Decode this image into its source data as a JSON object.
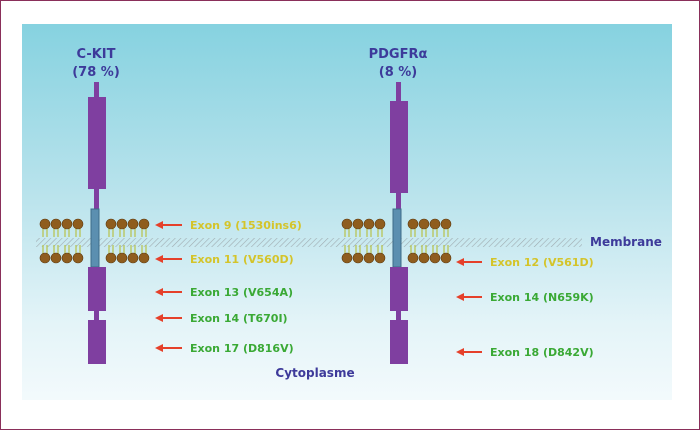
{
  "receptors": [
    {
      "name": "C-KIT",
      "percent": "(78 %)"
    },
    {
      "name": "PDGFRα",
      "percent": "(8 %)"
    }
  ],
  "membrane_label": "Membrane",
  "cytoplasme_label": "Cytoplasme",
  "kit_exons": [
    {
      "label": "Exon 9 (1530ins6)",
      "color": "#d4c42a"
    },
    {
      "label": "Exon 11 (V560D)",
      "color": "#d4c42a"
    },
    {
      "label": "Exon 13 (V654A)",
      "color": "#3aa935"
    },
    {
      "label": "Exon 14 (T670I)",
      "color": "#3aa935"
    },
    {
      "label": "Exon 17 (D816V)",
      "color": "#3aa935"
    }
  ],
  "pdgfra_exons": [
    {
      "label": "Exon 12 (V561D)",
      "color": "#d4c42a"
    },
    {
      "label": "Exon 14 (N659K)",
      "color": "#3aa935"
    },
    {
      "label": "Exon 18 (D842V)",
      "color": "#3aa935"
    }
  ],
  "colors": {
    "receptor": "#7f3fa0",
    "title": "#3d3a9a",
    "arrow": "#e5402a",
    "lipid_head": "#8f5d1e",
    "lipid_tail": "#b7c24a",
    "helix": "#5b8fb0"
  }
}
